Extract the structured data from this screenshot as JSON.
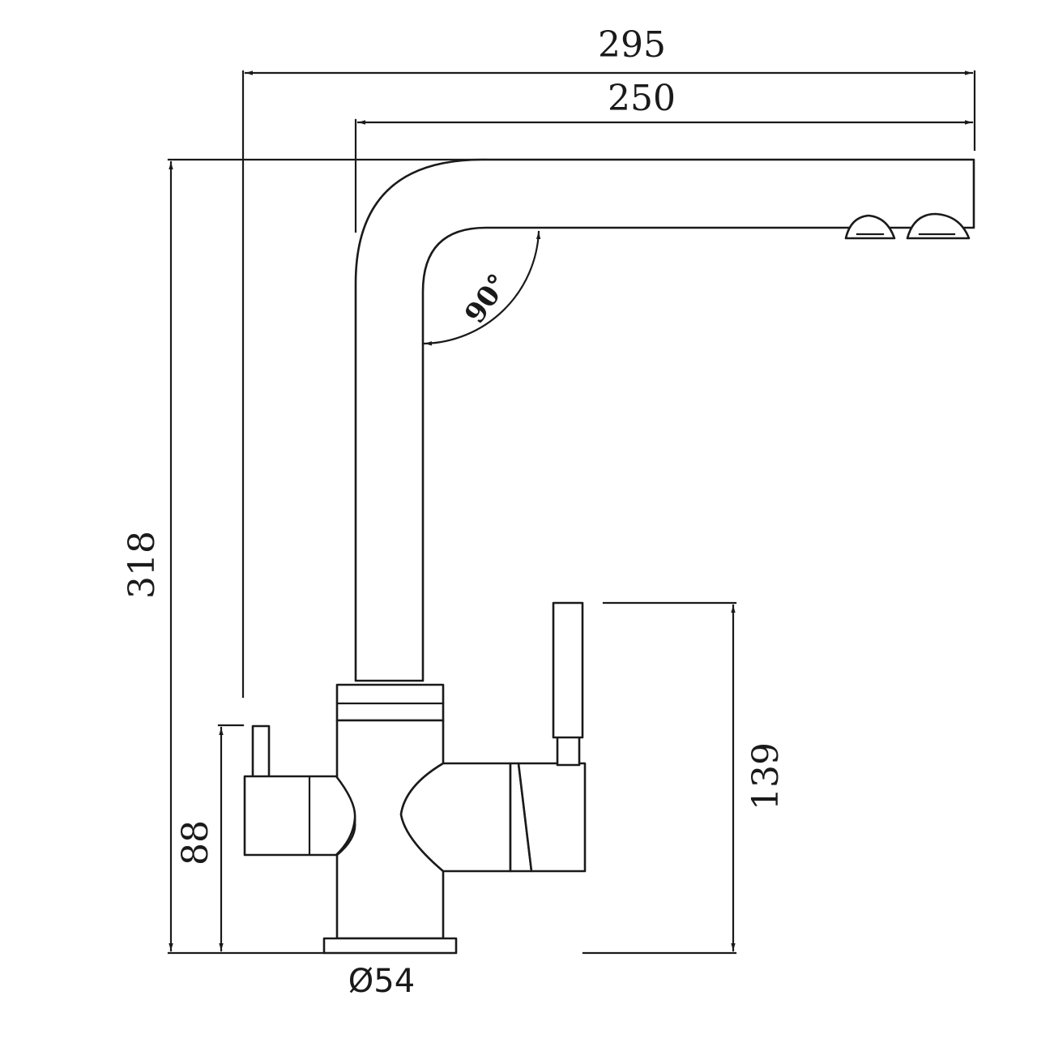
{
  "dimensions": {
    "overall_reach": "295",
    "spout_reach": "250",
    "overall_height": "318",
    "handle_height": "139",
    "lever_height": "88",
    "base_diameter": "Ø54",
    "spout_angle": "90°"
  },
  "colors": {
    "line": "#1a1a1a",
    "background": "#ffffff"
  }
}
